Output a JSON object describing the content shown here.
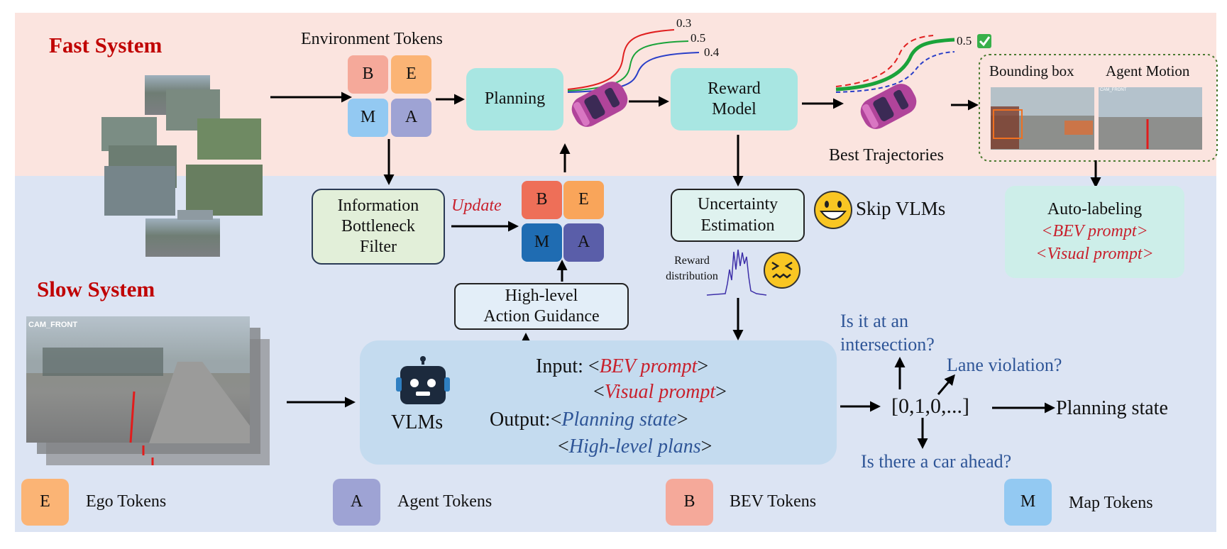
{
  "titles": {
    "fast": "Fast System",
    "slow": "Slow System"
  },
  "env_tokens_label": "Environment Tokens",
  "tokens": {
    "b": "B",
    "e": "E",
    "m": "M",
    "a": "A"
  },
  "planning_label": "Planning",
  "reward_model": {
    "line1": "Reward",
    "line2": "Model"
  },
  "best_trajectories_label": "Best Trajectories",
  "trajectory_scores": {
    "red": "0.3",
    "green": "0.5",
    "blue": "0.4",
    "best": "0.5"
  },
  "auto_labeling_panel": {
    "bounding_box_label": "Bounding box",
    "agent_motion_label": "Agent Motion",
    "thumb_caption": "CAM_FRONT"
  },
  "auto_labeling": {
    "title": "Auto-labeling",
    "bev_prompt": "<BEV prompt>",
    "visual_prompt": "<Visual prompt>"
  },
  "ib_filter": {
    "line1": "Information",
    "line2": "Bottleneck",
    "line3": "Filter"
  },
  "update_label": "Update",
  "uncertainty": {
    "line1": "Uncertainty",
    "line2": "Estimation"
  },
  "skip_vlms_label": "Skip VLMs",
  "reward_distribution": {
    "line1": "Reward",
    "line2": "distribution"
  },
  "high_level_guidance": {
    "line1": "High-level",
    "line2": "Action Guidance"
  },
  "camera_label": "CAM_FRONT",
  "vlm_label": "VLMs",
  "vlm_io": {
    "input_prefix": "Input: ",
    "bev_prompt": "BEV prompt",
    "visual_prompt": "Visual prompt",
    "output_prefix": "Output:",
    "planning_state": "Planning state",
    "high_level_plans": "High-level plans"
  },
  "questions": {
    "intersection_1": "Is it at an",
    "intersection_2": "intersection?",
    "lane_violation": "Lane violation?",
    "car_ahead": "Is there a car ahead?"
  },
  "state_vector": "[0,1,0,...]",
  "planning_state_label": "Planning state",
  "legend": [
    {
      "symbol": "E",
      "label": "Ego Tokens",
      "color": "#fbb475"
    },
    {
      "symbol": "A",
      "label": "Agent Tokens",
      "color": "#9ea3d4"
    },
    {
      "symbol": "B",
      "label": "BEV Tokens",
      "color": "#f5a99a"
    },
    {
      "symbol": "M",
      "label": "Map Tokens",
      "color": "#93c9f2"
    }
  ],
  "colors": {
    "fast_bg": "#fbe4df",
    "slow_bg": "#dce4f3",
    "title_red": "#c00000",
    "prompt_red": "#c8202c",
    "prompt_blue": "#2e5597",
    "teal": "#a8e6e2",
    "car": "#b0449a"
  }
}
